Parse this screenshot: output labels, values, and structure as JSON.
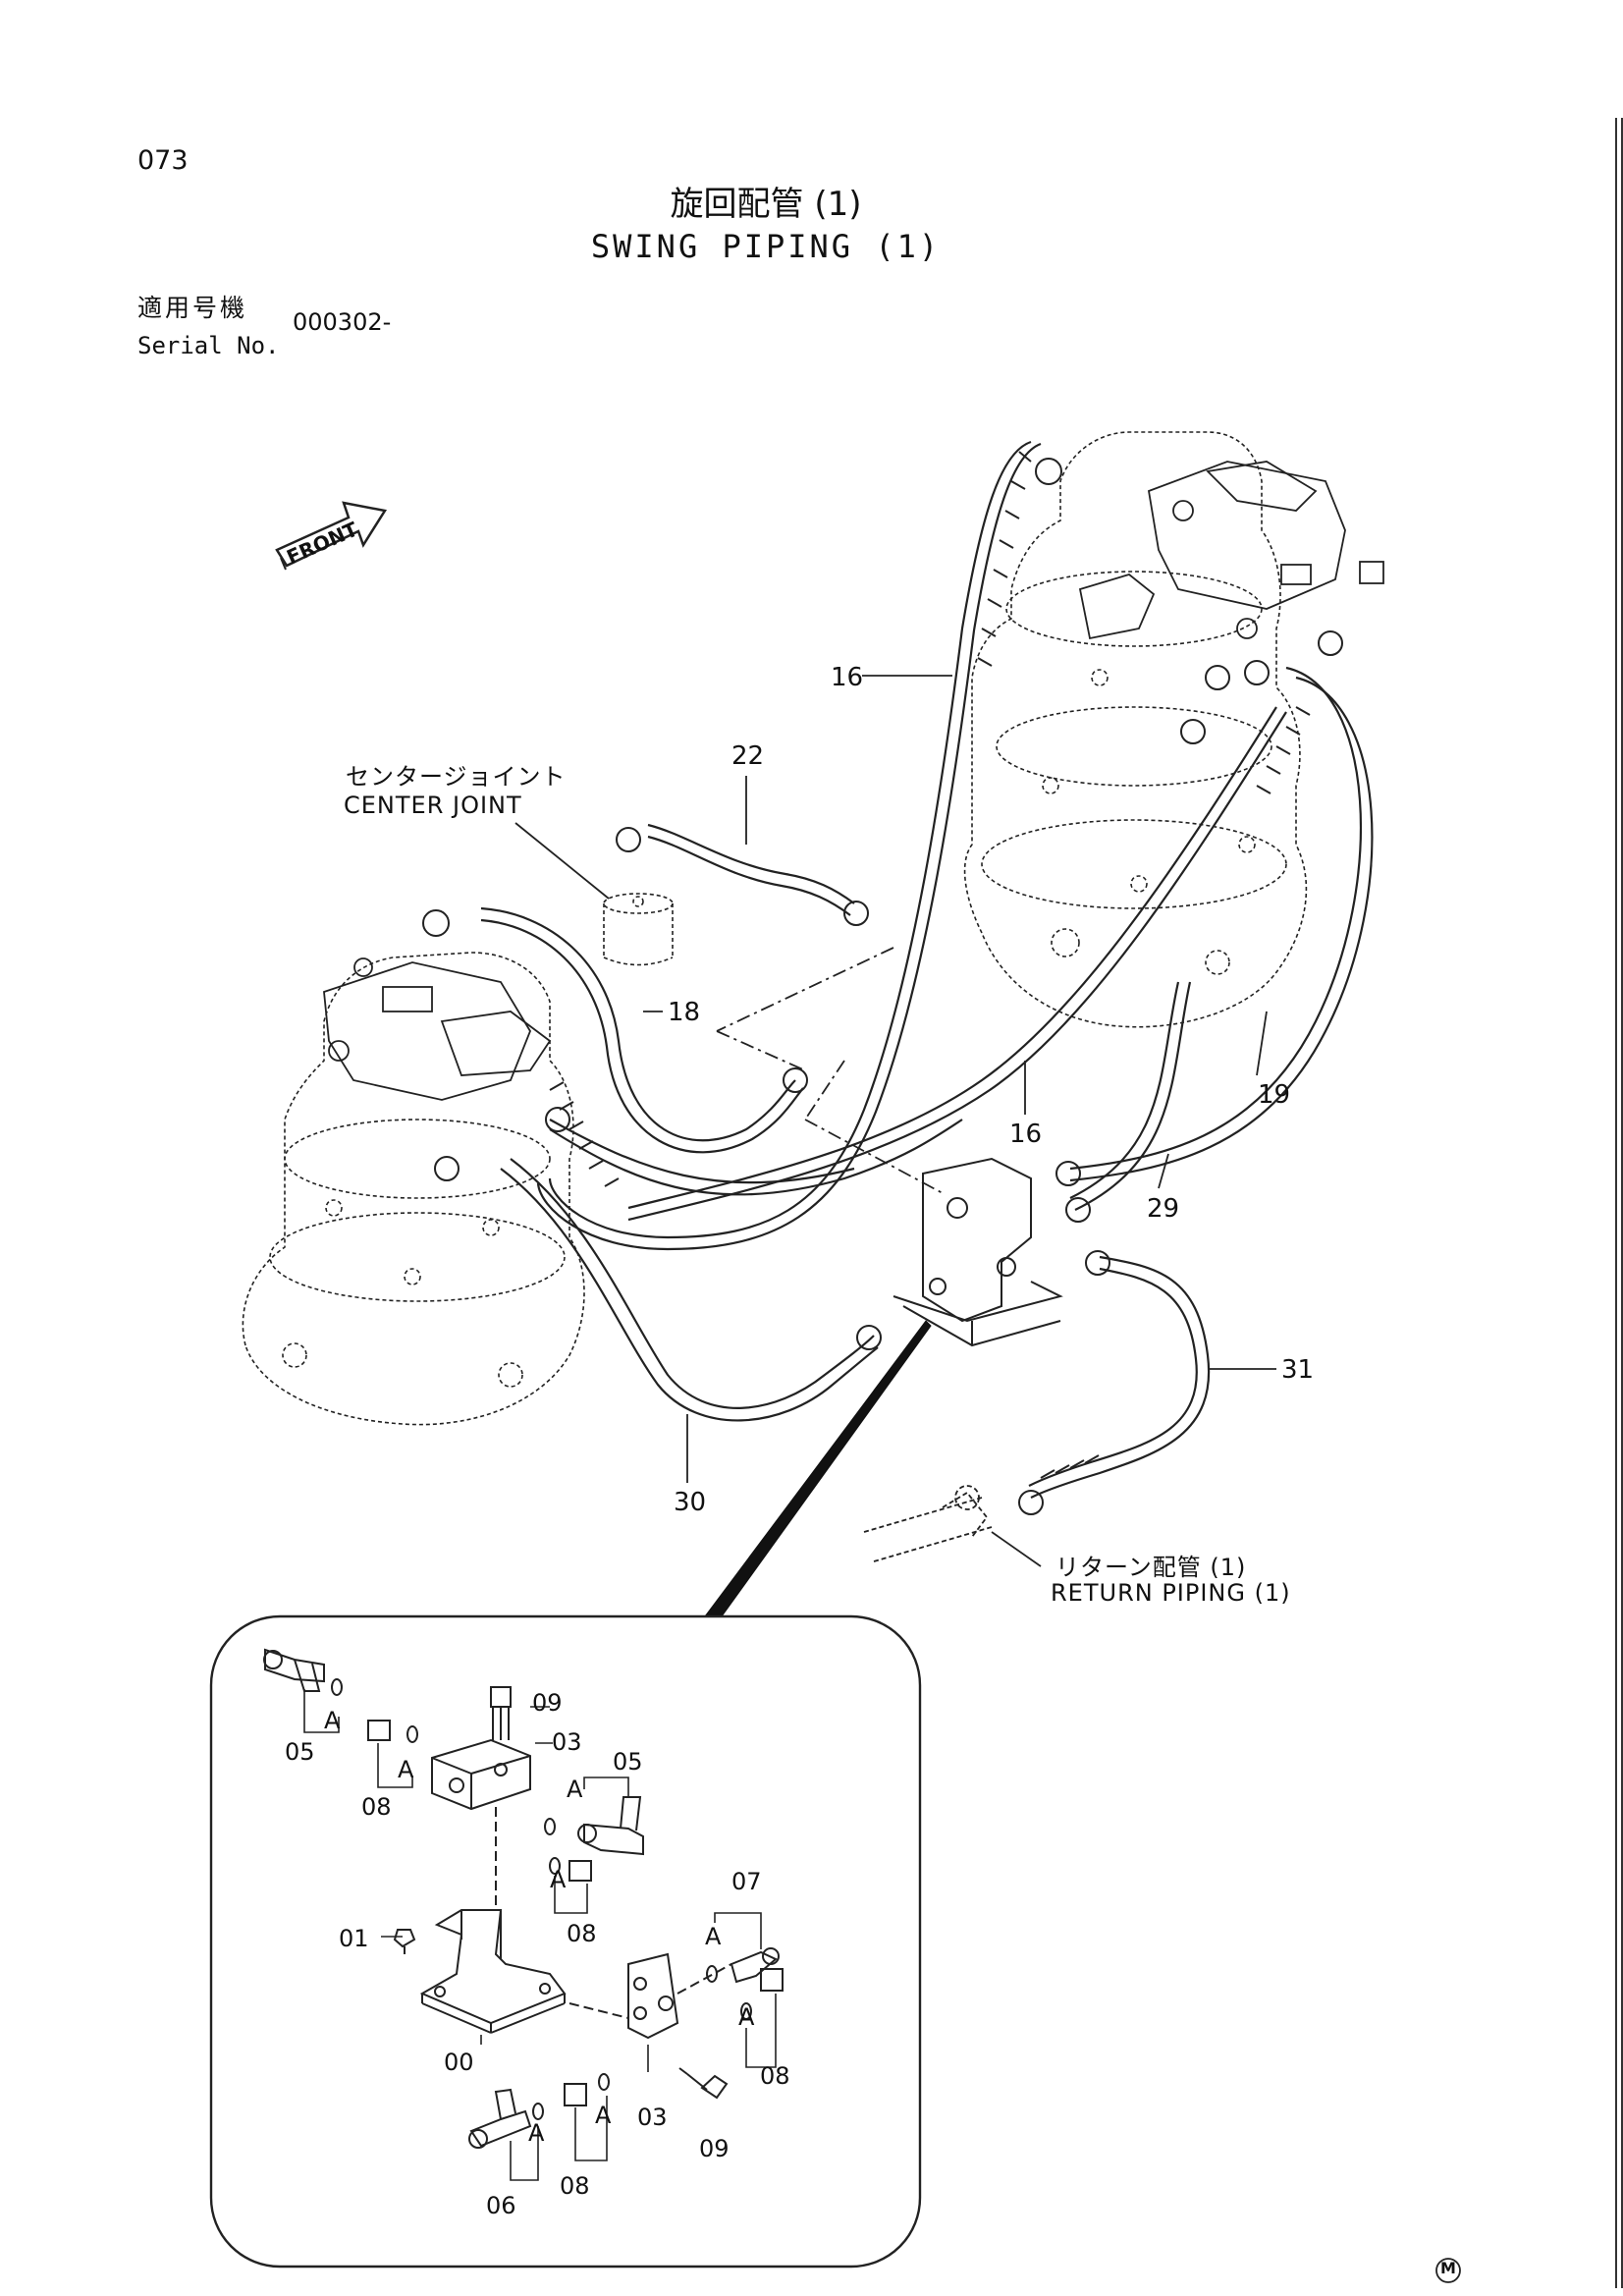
{
  "page": {
    "number": "073",
    "title_ja": "旋回配管 (1)",
    "title_en": "SWING PIPING (1)",
    "serial_label_ja": "適用号機",
    "serial_label_en": "Serial No.",
    "serial_value": "000302-",
    "mark": "M"
  },
  "labels": {
    "front": "FRONT",
    "center_joint_ja": "センタージョイント",
    "center_joint_en": "CENTER JOINT",
    "return_piping_ja": "リターン配管 (1)",
    "return_piping_en": "RETURN PIPING (1)"
  },
  "callouts": {
    "c16a": "16",
    "c16b": "16",
    "c18": "18",
    "c19": "19",
    "c22": "22",
    "c29": "29",
    "c30": "30",
    "c31": "31"
  },
  "detail": {
    "c05a": "05",
    "c05b": "05",
    "c08a": "08",
    "c08b": "08",
    "c08c": "08",
    "c08d": "08",
    "c09a": "09",
    "c09b": "09",
    "c03a": "03",
    "c03b": "03",
    "c07": "07",
    "c01": "01",
    "c00": "00",
    "c06": "06",
    "a1": "A",
    "a2": "A",
    "a3": "A",
    "a4": "A",
    "a5": "A",
    "a6": "A",
    "a7": "A",
    "a8": "A"
  }
}
